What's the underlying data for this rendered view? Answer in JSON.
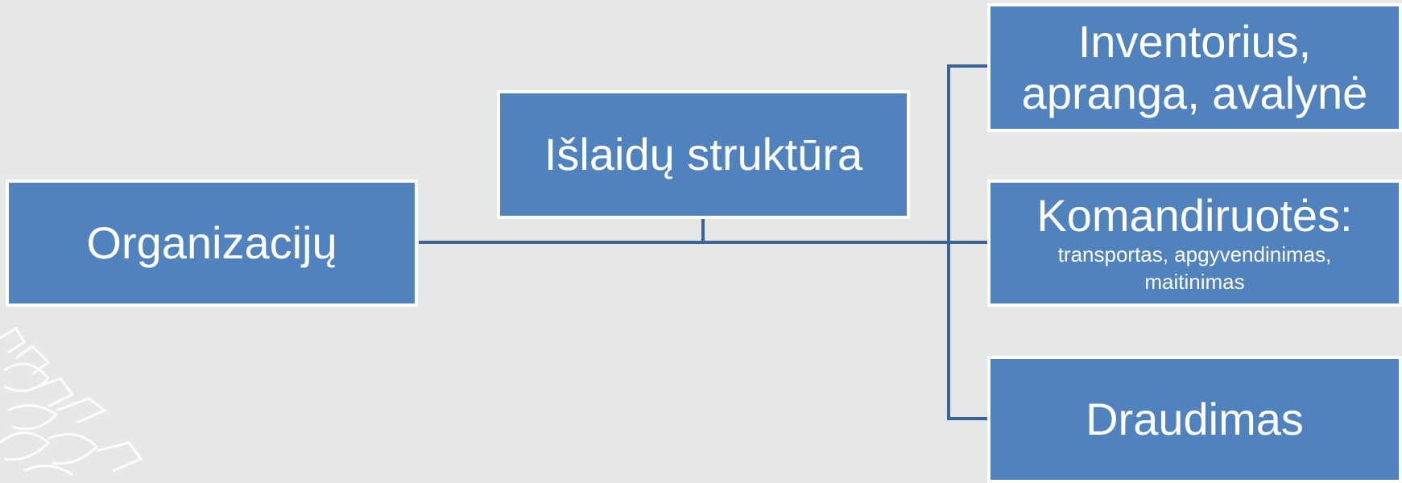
{
  "colors": {
    "background": "#e6e7e8",
    "box_fill": "#5082be",
    "box_border": "#ffffff",
    "connector": "#3d6496"
  },
  "nodes": {
    "root": {
      "label": "Organizacijų"
    },
    "middle": {
      "label": "Išlaidų struktūra"
    },
    "inventory": {
      "label_line1": "Inventorius,",
      "label_line2": "apranga, avalynė"
    },
    "trips": {
      "label": "Komandiruotės:",
      "sub_line1": "transportas, apgyvendinimas,",
      "sub_line2": "maitinimas"
    },
    "insurance": {
      "label": "Draudimas"
    }
  }
}
